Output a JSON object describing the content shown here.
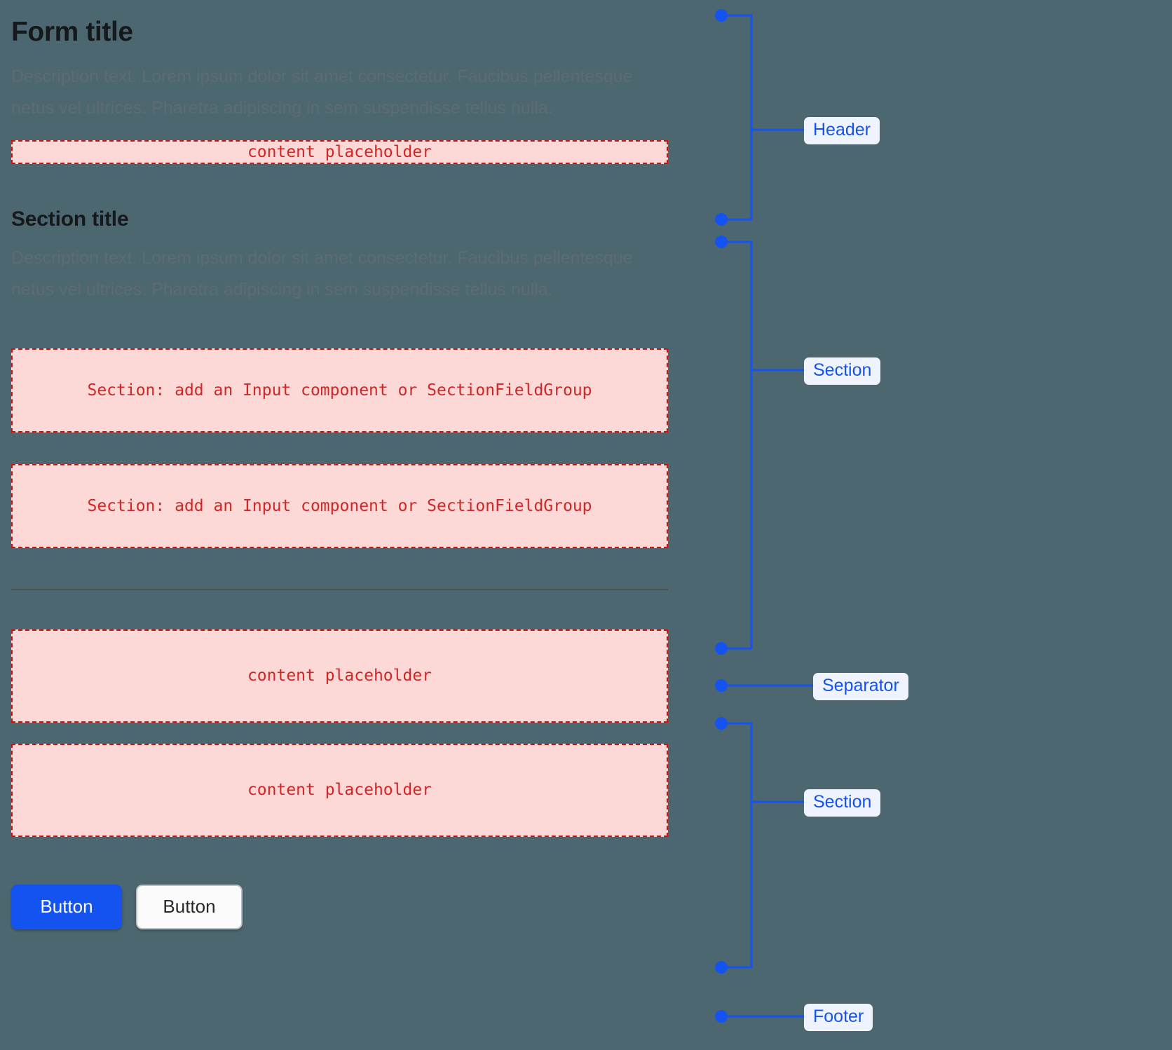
{
  "colors": {
    "background": "#4d6770",
    "accent_blue": "#1453f0",
    "pill_bg": "#eef3fe",
    "placeholder_bg": "#fcd9d6",
    "placeholder_border": "#cf1111",
    "placeholder_text": "#d12626",
    "heading": "#15191c",
    "description": "#5d6b72",
    "separator": "#4b5055"
  },
  "form": {
    "title": "Form title",
    "header_description": "Description text. Lorem ipsum dolor sit amet consectetur. Faucibus pellentesque netus vel ultrices. Pharetra adipiscing in sem suspendisse tellus nulla.",
    "header_placeholder": "content placeholder",
    "section_title": "Section title",
    "section_description": "Description text. Lorem ipsum dolor sit amet consectetur. Faucibus pellentesque netus vel ultrices. Pharetra adipiscing in sem suspendisse tellus nulla.",
    "section_field_placeholder_1": "Section: add an Input component or SectionFieldGroup",
    "section_field_placeholder_2": "Section: add an Input component or SectionFieldGroup",
    "content_placeholder_1": "content placeholder",
    "content_placeholder_2": "content placeholder"
  },
  "footer": {
    "primary_button": "Button",
    "secondary_button": "Button"
  },
  "annotations": [
    {
      "label": "Header"
    },
    {
      "label": "Section"
    },
    {
      "label": "Separator"
    },
    {
      "label": "Section"
    },
    {
      "label": "Footer"
    }
  ]
}
